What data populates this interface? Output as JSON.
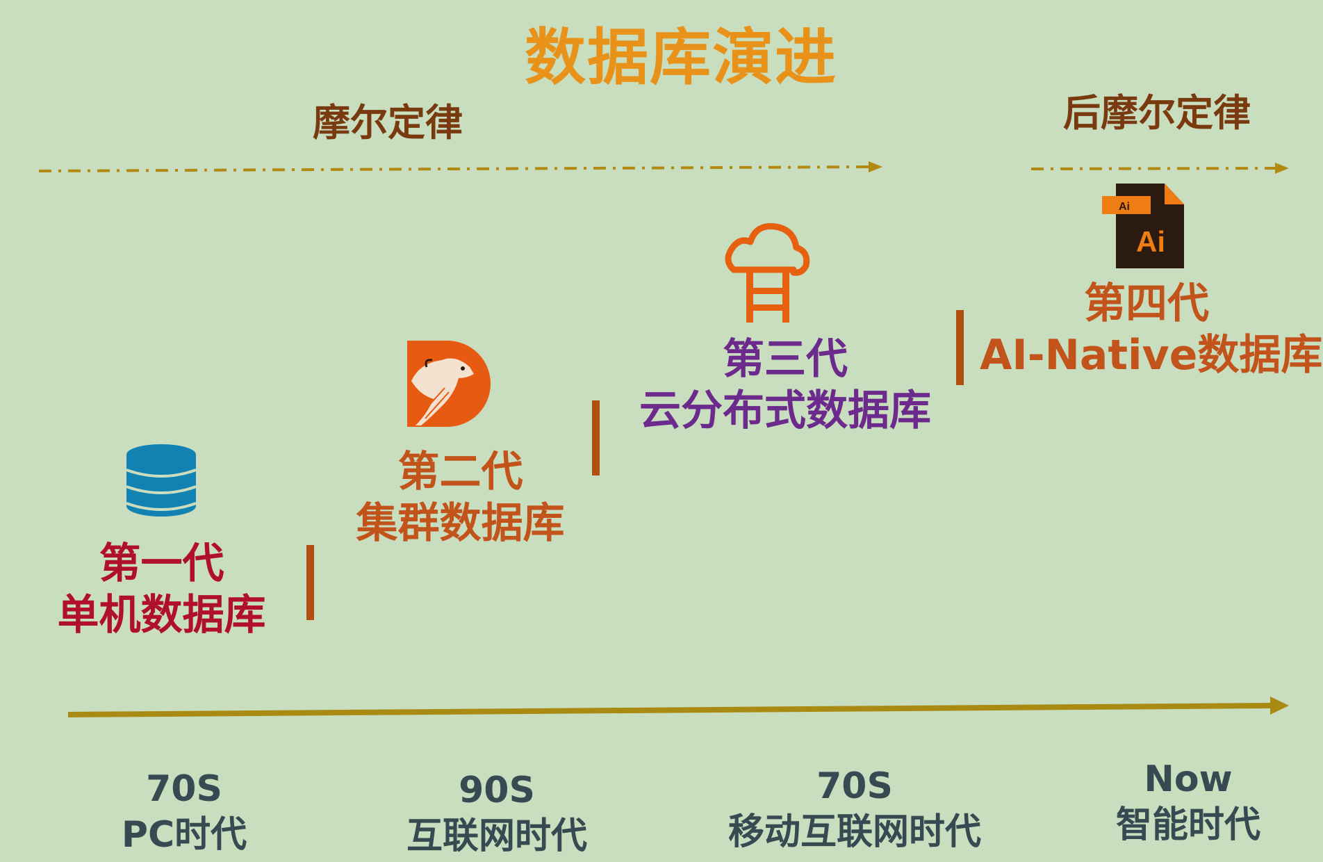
{
  "title": "数据库演进",
  "eras": [
    {
      "label": "摩尔定律"
    },
    {
      "label": "后摩尔定律"
    }
  ],
  "generations": [
    {
      "name": "第一代",
      "desc": "单机数据库",
      "color": "#b0102a",
      "icon": "database-icon"
    },
    {
      "name": "第二代",
      "desc": "集群数据库",
      "color": "#c2531b",
      "icon": "bear-logo-icon"
    },
    {
      "name": "第三代",
      "desc": "云分布式数据库",
      "color": "#6b2a8c",
      "icon": "cloud-server-icon"
    },
    {
      "name": "第四代",
      "desc": "AI-Native数据库",
      "color": "#c2531b",
      "icon": "ai-file-icon"
    }
  ],
  "timeline": [
    {
      "period": "70S",
      "era": "PC时代"
    },
    {
      "period": "90S",
      "era": "互联网时代"
    },
    {
      "period": "70S",
      "era": "移动互联网时代"
    },
    {
      "period": "Now",
      "era": "智能时代"
    }
  ],
  "colors": {
    "background": "#c9ddbf",
    "title": "#e8921a",
    "arrow": "#b28a12",
    "divider": "#b24e12",
    "timeline_text": "#364a52",
    "ai_orange": "#f07c14",
    "ai_dark": "#2b1a10"
  }
}
